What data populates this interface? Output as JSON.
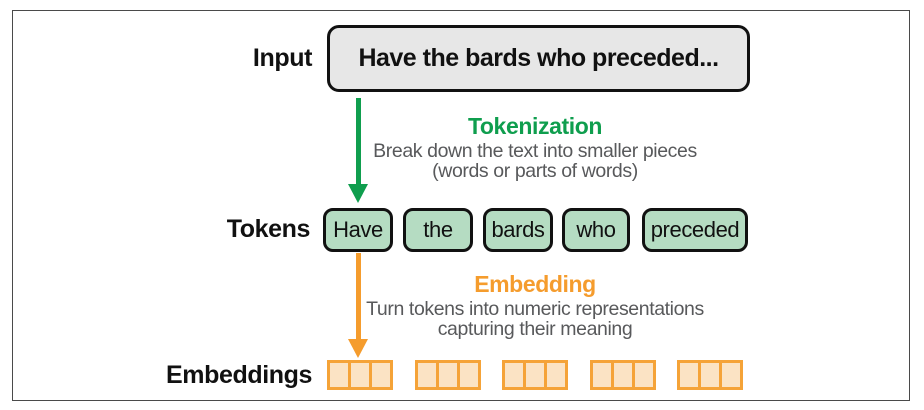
{
  "figure": {
    "input": {
      "label": "Input",
      "text": "Have the bards who preceded..."
    },
    "tokenization": {
      "title": "Tokenization",
      "desc1": "Break down the text into smaller pieces",
      "desc2": "(words or parts of words)"
    },
    "tokens": {
      "label": "Tokens",
      "items": [
        "Have",
        "the",
        "bards",
        "who",
        "preceded"
      ]
    },
    "embedding": {
      "title": "Embedding",
      "desc1": "Turn tokens into numeric representations",
      "desc2": "capturing their meaning"
    },
    "embeddings": {
      "label": "Embeddings",
      "group_count": 5,
      "cells_per_group": 3
    }
  },
  "colors": {
    "green": "#0f9e4e",
    "token_fill": "#b5dcc2",
    "orange": "#f59c2d",
    "embedding_border": "#f5a338",
    "embedding_cell_fill": "#fbe3c4",
    "input_fill": "#e7e7e7",
    "description_text": "#58595b",
    "outline": "#111111",
    "frame_border": "#4a4a4a"
  }
}
